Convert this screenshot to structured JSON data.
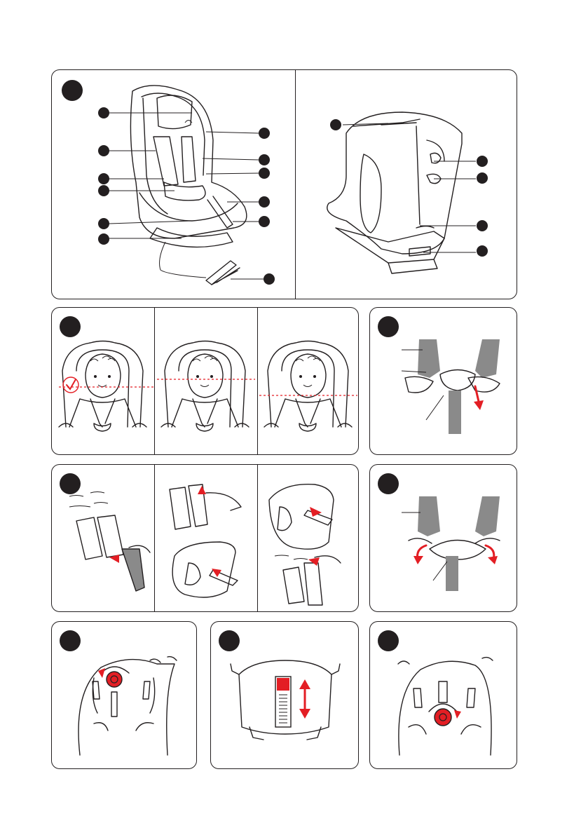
{
  "page": {
    "background": "#ffffff",
    "line_color": "#231f20",
    "accent_red": "#e31e24",
    "strap_grey": "#8a8a8a"
  },
  "panels": [
    {
      "id": "overview-front",
      "icons": [
        "car-seat-front-icon",
        "buckle-clip-icon"
      ]
    },
    {
      "id": "overview-back",
      "icons": [
        "car-seat-rear-icon"
      ]
    },
    {
      "id": "shoulder-height",
      "icons": [
        "child-correct-icon",
        "child-low-icon",
        "child-high-icon",
        "checkmark-icon"
      ]
    },
    {
      "id": "buckle-release",
      "icons": [
        "buckle-release-icon"
      ]
    },
    {
      "id": "pad-removal",
      "icons": [
        "pad-removal-icon"
      ]
    },
    {
      "id": "buckle-insert",
      "icons": [
        "buckle-insert-icon"
      ]
    },
    {
      "id": "adjuster-knob-a",
      "icons": [
        "adjuster-knob-icon"
      ]
    },
    {
      "id": "recline-indicator",
      "icons": [
        "recline-scale-icon"
      ]
    },
    {
      "id": "adjuster-knob-b",
      "icons": [
        "adjuster-knob-icon"
      ]
    }
  ]
}
